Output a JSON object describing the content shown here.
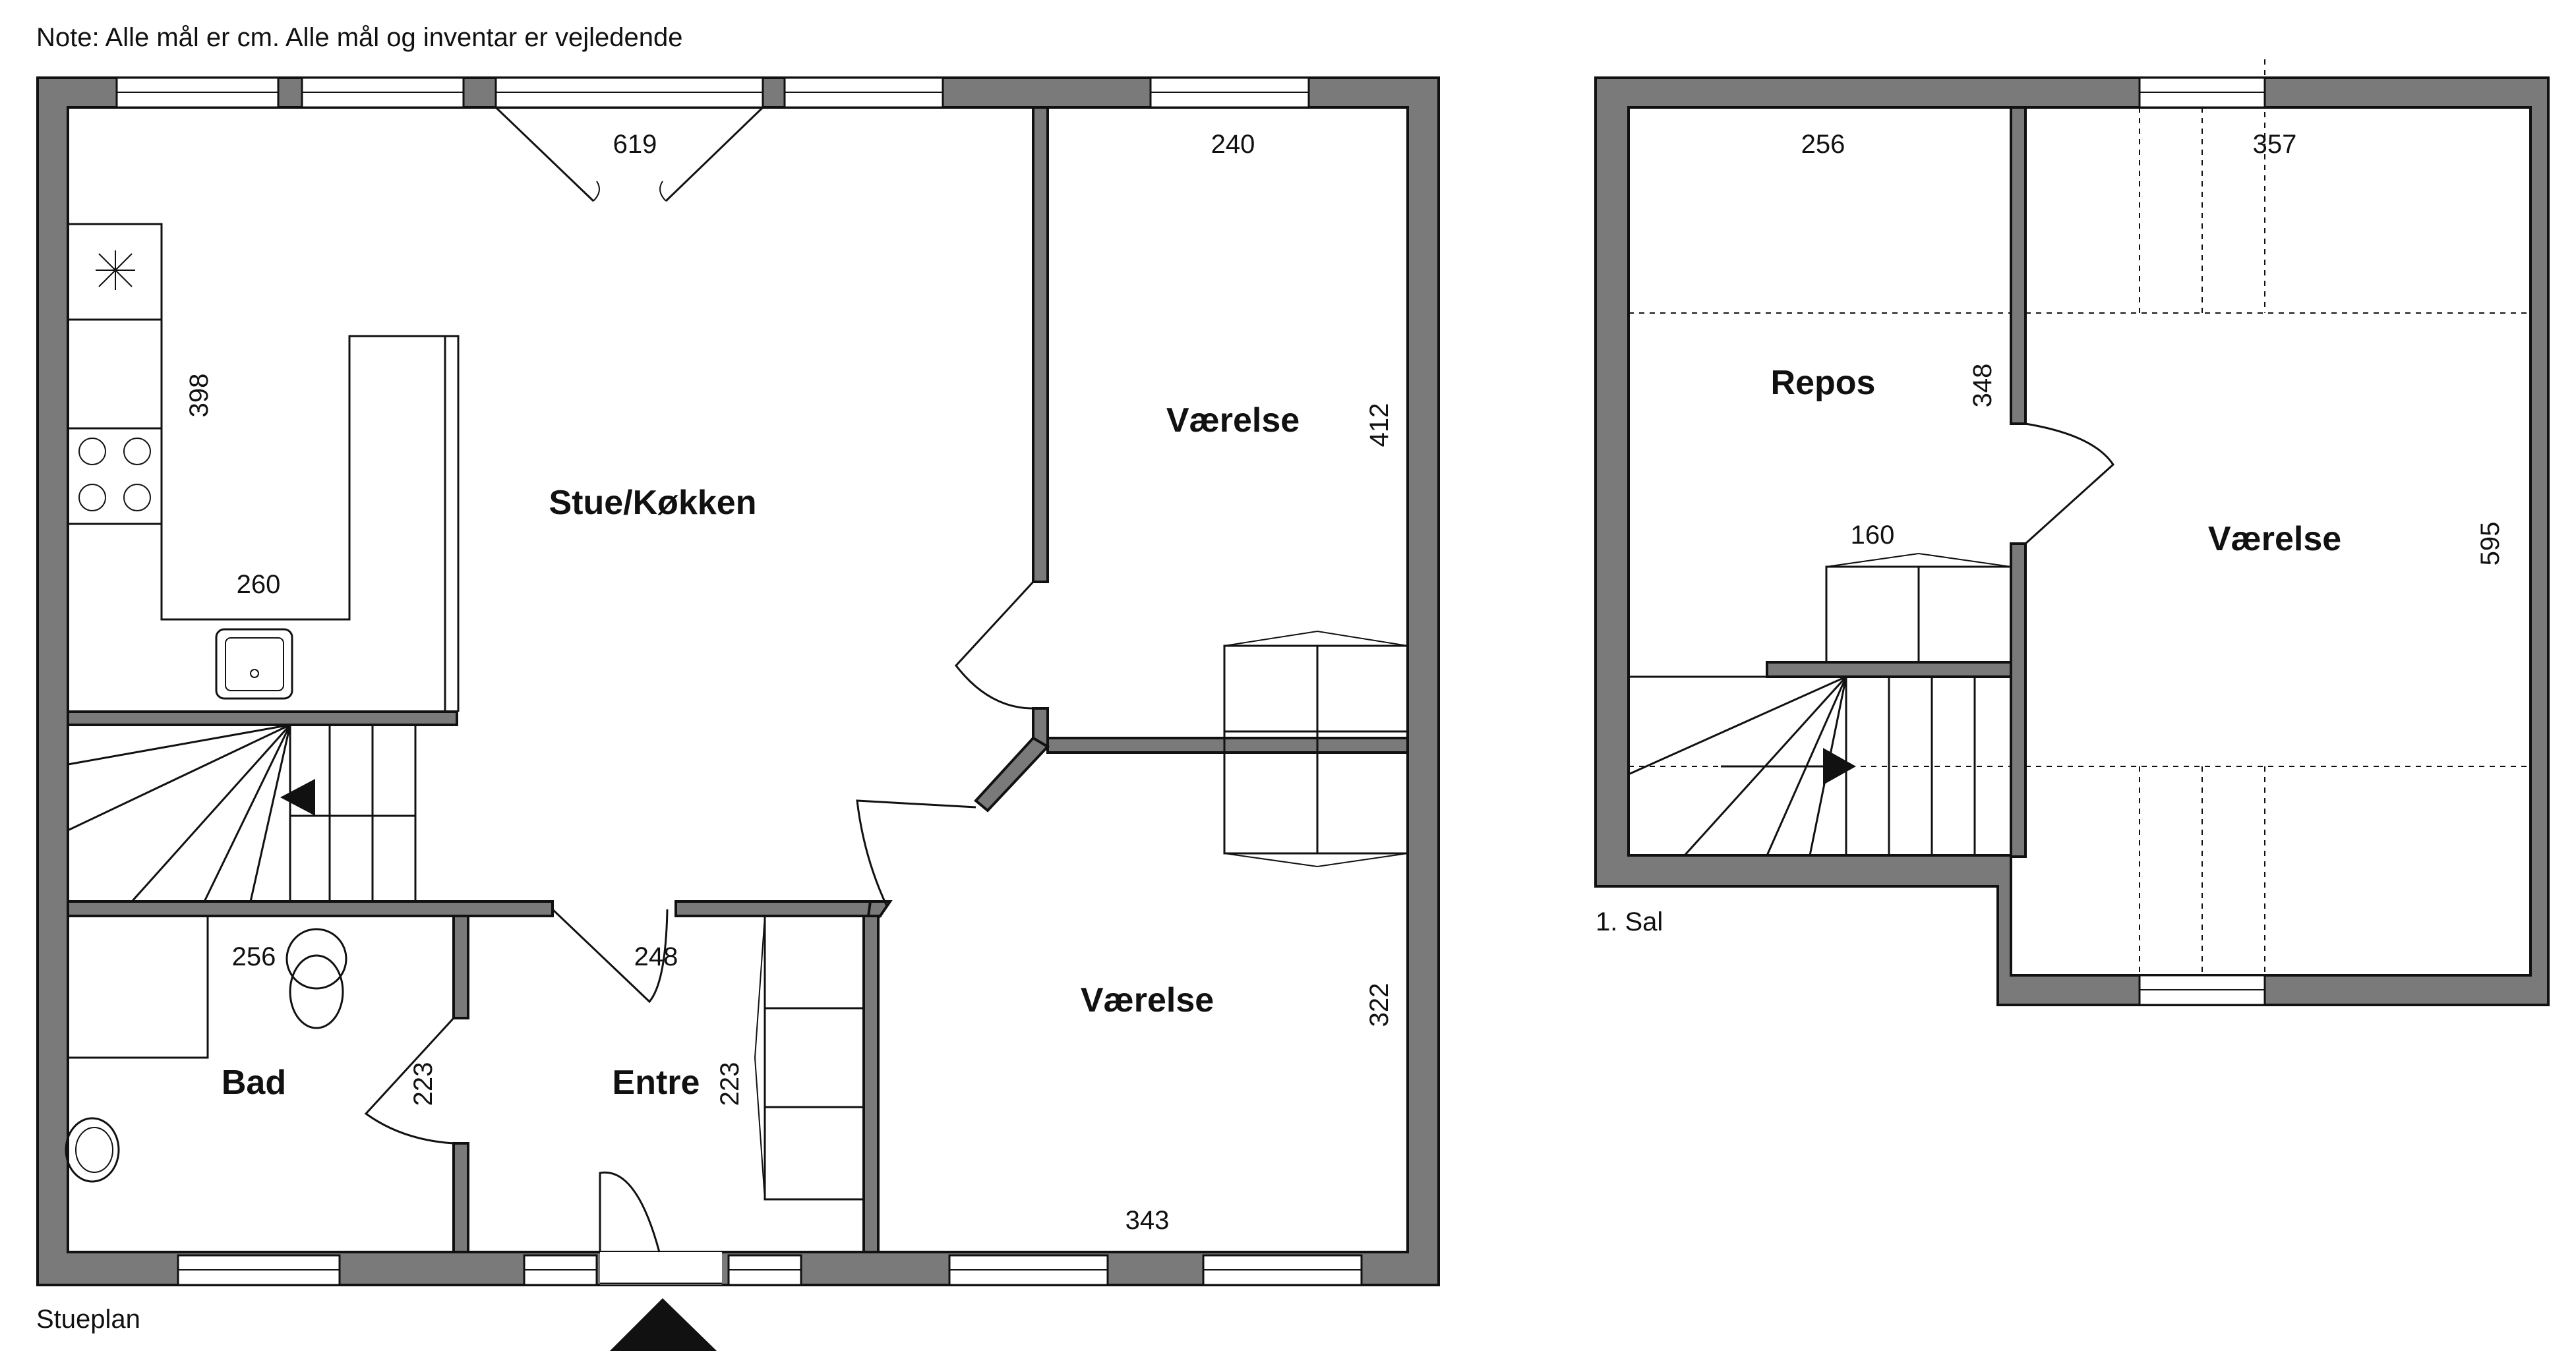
{
  "note": "Note: Alle mål er cm. Alle mål og inventar er vejledende",
  "floors": {
    "ground": {
      "label": "Stueplan",
      "rooms": {
        "stue": "Stue/Køkken",
        "vaerelse_top": "Værelse",
        "vaerelse_bottom": "Værelse",
        "bad": "Bad",
        "entre": "Entre"
      },
      "dims": {
        "d619": "619",
        "d240": "240",
        "d398": "398",
        "d260": "260",
        "d412": "412",
        "d256": "256",
        "d248": "248",
        "d223a": "223",
        "d223b": "223",
        "d322": "322",
        "d343": "343"
      }
    },
    "first": {
      "label": "1. Sal",
      "rooms": {
        "repos": "Repos",
        "vaerelse": "Værelse"
      },
      "dims": {
        "d256": "256",
        "d357": "357",
        "d348": "348",
        "d160": "160",
        "d595": "595"
      }
    }
  },
  "icons": [
    "stair-direction-arrow-icon",
    "entrance-arrow-icon",
    "stove-burner-icon",
    "sink-icon",
    "toilet-icon",
    "washbasin-icon"
  ]
}
